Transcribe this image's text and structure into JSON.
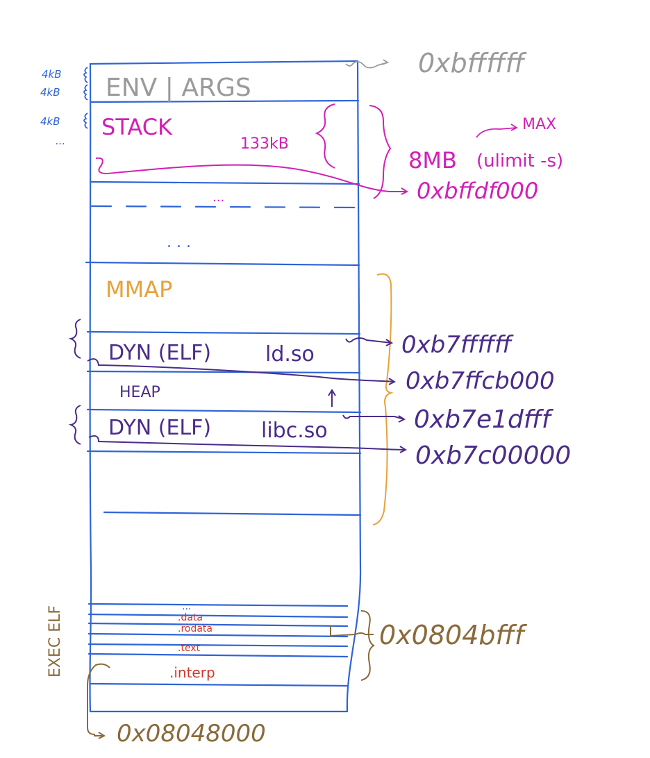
{
  "colors": {
    "structure": "#2f64d8",
    "env_args": "#9a9a9a",
    "stack": "#d21fb7",
    "mmap": "#e8a23a",
    "dyn": "#4a2c8a",
    "elf_bracket": "#8a6a3a",
    "elf_sections": "#d0372b"
  },
  "top_address": "0xbffffff",
  "env": {
    "label": "ENV | ARGS",
    "size_labels": [
      "4kB",
      "4kB",
      "4kB",
      "..."
    ]
  },
  "stack": {
    "label": "STACK",
    "size": "133kB",
    "max_size": "8MB",
    "ulimit": "(ulimit -s)",
    "max_label": "MAX",
    "address": "0xbffdf000"
  },
  "gap": {
    "dots_top": "...",
    "dots_middle": ". . ."
  },
  "mmap": {
    "label": "MMAP",
    "ld_label": "DYN (ELF)",
    "ld_name": "ld.so",
    "ld_top_address": "0xb7ffffff",
    "ld_bottom_address": "0xb7ffcb000",
    "heap_label": "HEAP",
    "libc_label": "DYN (ELF)",
    "libc_name": "libc.so",
    "libc_top_address": "0xb7e1dfff",
    "libc_bottom_address": "0xb7c00000"
  },
  "exec": {
    "bracket_label": "EXEC ELF",
    "dots": "...",
    "sections": [
      ".data",
      ".rodata",
      ".text",
      ".interp"
    ],
    "top_address": "0x0804bfff",
    "bottom_address": "0x08048000"
  }
}
